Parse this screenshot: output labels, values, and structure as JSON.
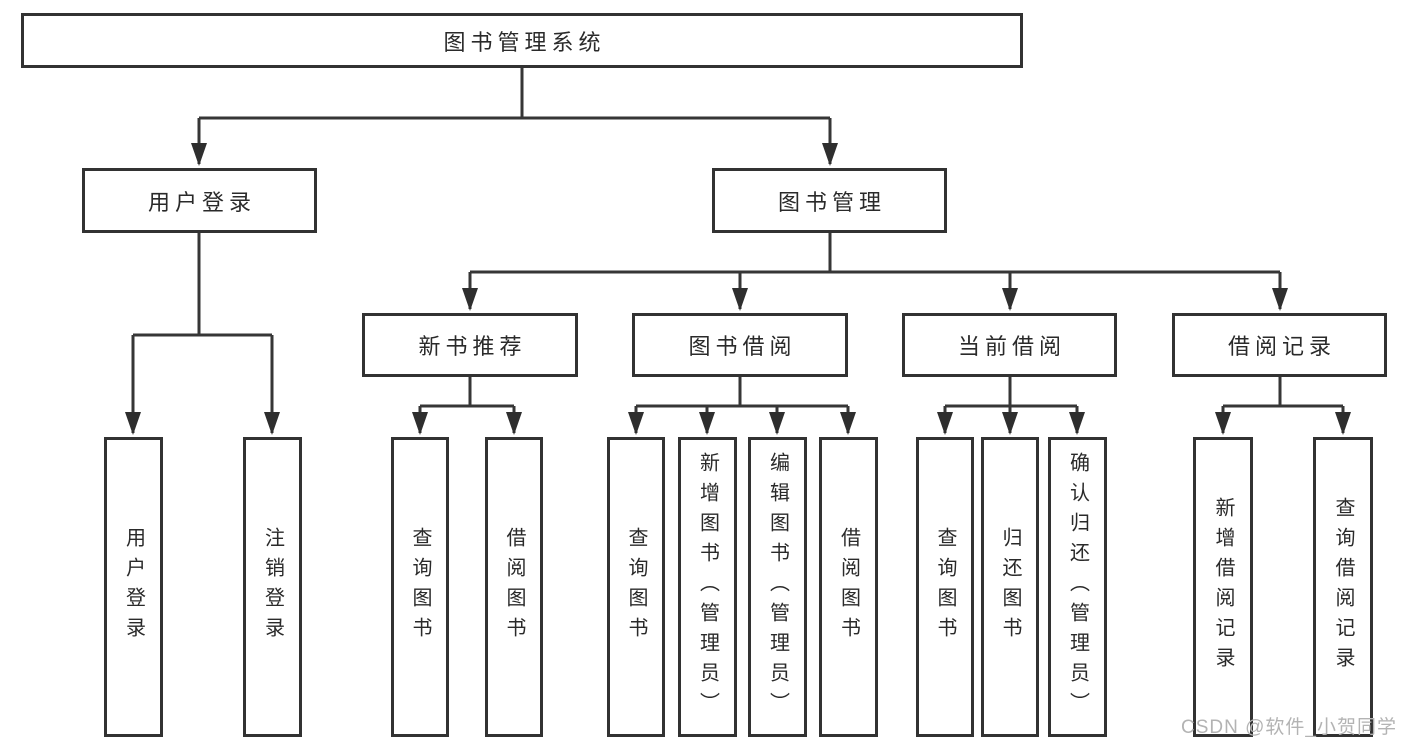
{
  "diagram": {
    "root": {
      "label": "图书管理系统"
    },
    "branches": [
      {
        "label": "用户登录",
        "children": [
          {
            "label": "用户登录"
          },
          {
            "label": "注销登录"
          }
        ]
      },
      {
        "label": "图书管理",
        "children": [
          {
            "label": "新书推荐",
            "children": [
              {
                "label": "查询图书"
              },
              {
                "label": "借阅图书"
              }
            ]
          },
          {
            "label": "图书借阅",
            "children": [
              {
                "label": "查询图书"
              },
              {
                "label": "新增图书（管理员）"
              },
              {
                "label": "编辑图书（管理员）"
              },
              {
                "label": "借阅图书"
              }
            ]
          },
          {
            "label": "当前借阅",
            "children": [
              {
                "label": "查询图书"
              },
              {
                "label": "归还图书"
              },
              {
                "label": "确认归还（管理员）"
              }
            ]
          },
          {
            "label": "借阅记录",
            "children": [
              {
                "label": "新增借阅记录"
              },
              {
                "label": "查询借阅记录"
              }
            ]
          }
        ]
      }
    ],
    "watermark": {
      "text": "CSDN @软件_小贺同学"
    },
    "colors": {
      "line": "#363636",
      "border": "#323232",
      "text": "#2a2a2a",
      "watermark": "#b3b3b3",
      "background": "#ffffff"
    }
  }
}
